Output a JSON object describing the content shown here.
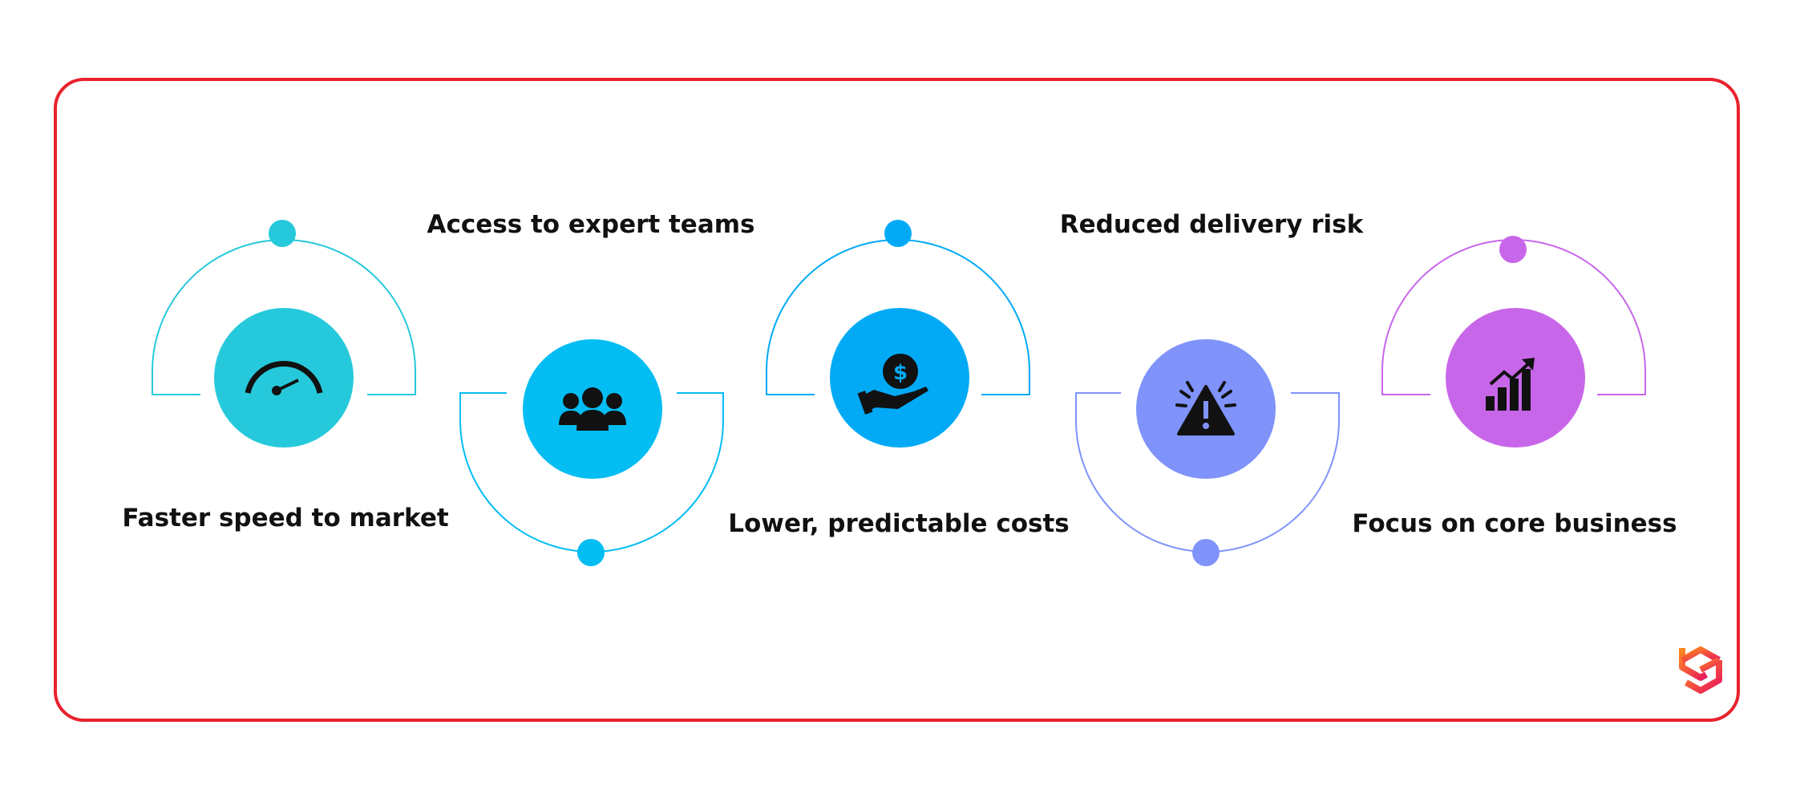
{
  "colors": {
    "frame": "#e8222d",
    "stage1": "#26c9db",
    "stage2": "#03bdf3",
    "stage3": "#02aaf6",
    "stage4": "#7f93fa",
    "stage5": "#c866ea"
  },
  "steps": [
    {
      "label": "Faster speed to market",
      "icon": "speedometer-icon",
      "arc": "top"
    },
    {
      "label": "Access to expert teams",
      "icon": "team-icon",
      "arc": "bottom"
    },
    {
      "label": "Lower, predictable costs",
      "icon": "money-hand-icon",
      "arc": "top"
    },
    {
      "label": "Reduced delivery risk",
      "icon": "alert-icon",
      "arc": "bottom"
    },
    {
      "label": "Focus on core business",
      "icon": "growth-chart-icon",
      "arc": "top"
    }
  ],
  "logo": "cube-logo-icon"
}
